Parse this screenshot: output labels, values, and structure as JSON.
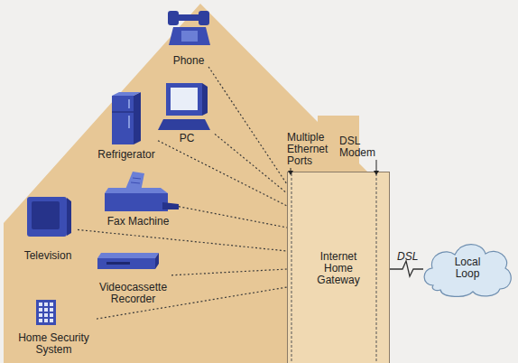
{
  "diagram": {
    "nodes": [
      {
        "text": [
          "Phone"
        ]
      },
      {
        "text": [
          "PC"
        ]
      },
      {
        "text": [
          "Refrigerator"
        ]
      },
      {
        "text": [
          "Fax Machine"
        ]
      },
      {
        "text": [
          "Television"
        ]
      },
      {
        "text": [
          "Videocassette Recorder"
        ]
      },
      {
        "text": [
          "Home Security System"
        ]
      },
      {
        "text": [
          "Internet Home Gateway"
        ]
      },
      {
        "text": [
          "Local Loop"
        ]
      }
    ],
    "edges": [
      {
        "from": 0,
        "to": 7,
        "arrow": "none"
      },
      {
        "from": 1,
        "to": 7,
        "arrow": "none"
      },
      {
        "from": 2,
        "to": 7,
        "arrow": "none"
      },
      {
        "from": 3,
        "to": 7,
        "arrow": "none"
      },
      {
        "from": 4,
        "to": 7,
        "arrow": "none"
      },
      {
        "from": 5,
        "to": 7,
        "arrow": "none"
      },
      {
        "from": 6,
        "to": 7,
        "arrow": "none"
      },
      {
        "from": 7,
        "to": 8,
        "label": "DSL",
        "arrow": "none"
      }
    ],
    "labels": [
      "Multiple Ethernet Ports",
      "DSL Modem"
    ]
  }
}
